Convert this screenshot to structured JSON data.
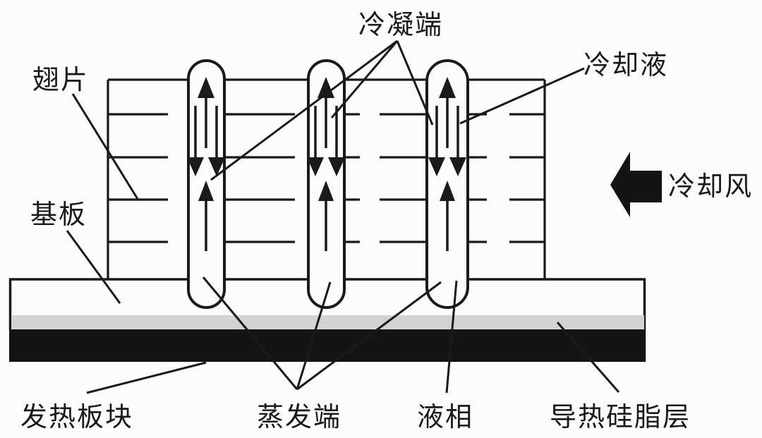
{
  "diagram": {
    "type": "heat-pipe-heatsink-schematic",
    "labels": {
      "condenser": "冷凝端",
      "fin": "翅片",
      "coolant": "冷却液",
      "base_plate": "基板",
      "cooling_air": "冷却风",
      "heating_block": "发热板块",
      "evaporator": "蒸发端",
      "liquid_phase": "液相",
      "thermal_grease_layer": "导热硅脂层"
    },
    "cooling_air_arrow_direction": "left",
    "heat_pipe_count": 3,
    "flow_arrows": {
      "vapor_rise": "up",
      "condensate_return": "down"
    },
    "colors": {
      "background": "#fcfcfc",
      "ink": "#1a1a1a",
      "thermal_grease_layer": "#d3d3d3",
      "heating_block": "#141414"
    }
  }
}
